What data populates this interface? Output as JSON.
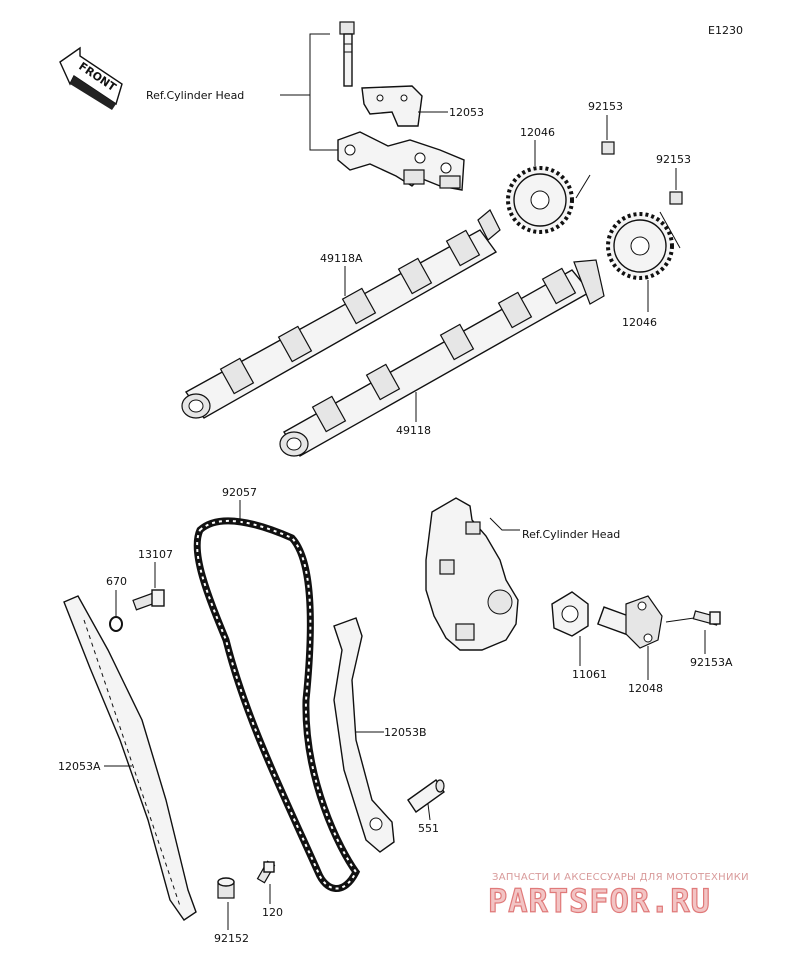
{
  "figure_code": "E1230",
  "front_label": "FRONT",
  "refs": {
    "cyl_head_top": "Ref.Cylinder Head",
    "cyl_head_right": "Ref.Cylinder Head"
  },
  "parts": {
    "p12053": "12053",
    "p12046_top": "12046",
    "p92153_a": "92153",
    "p92153_b": "92153",
    "p49118A": "49118A",
    "p12046_right": "12046",
    "p49118": "49118",
    "p92057": "92057",
    "p13107": "13107",
    "p670": "670",
    "p12053A": "12053A",
    "p12053B": "12053B",
    "p551": "551",
    "p120": "120",
    "p92152": "92152",
    "p11061": "11061",
    "p12048": "12048",
    "p92153A": "92153A"
  },
  "watermark": {
    "line1": "ЗАПЧАСТИ И АКСЕССУАРЫ ДЛЯ МОТОТЕХНИКИ",
    "line2": "PARTSFOR.RU"
  }
}
